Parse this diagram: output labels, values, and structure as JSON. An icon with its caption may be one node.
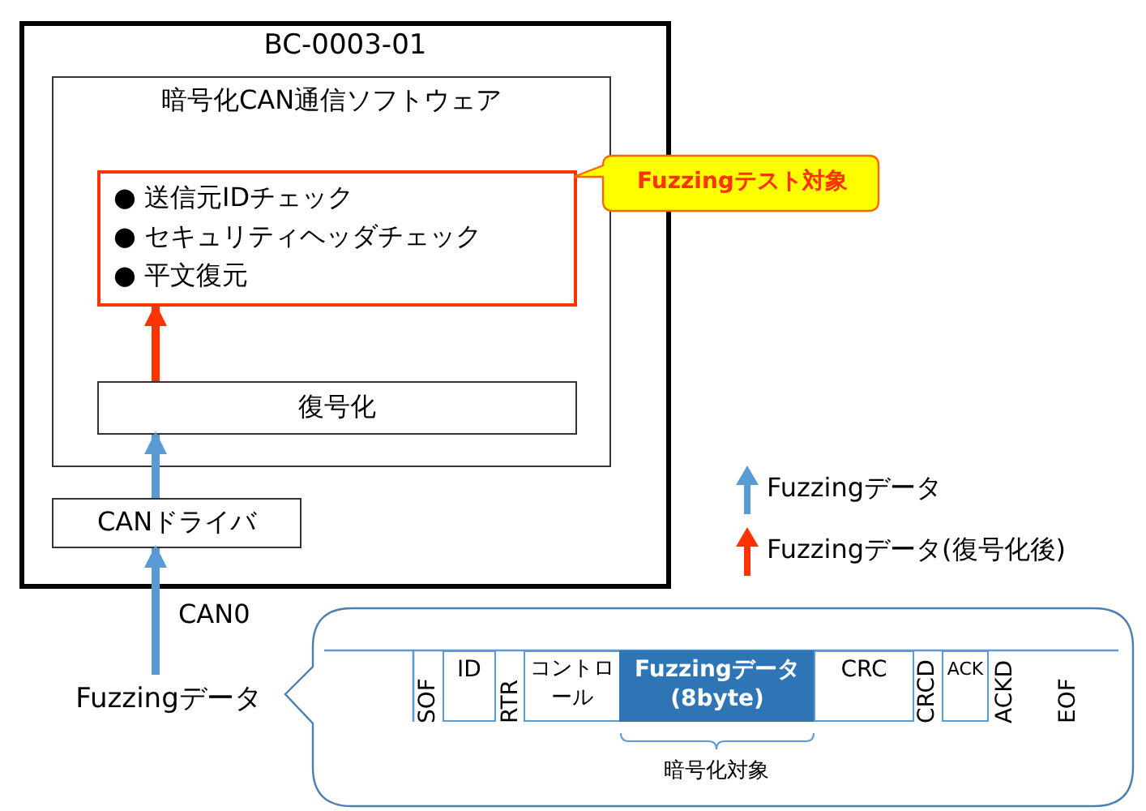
{
  "diagram": {
    "nodes": [
      {
        "text": [
          "BC-0003-01"
        ]
      },
      {
        "text": [
          "暗号化CAN通信ソフトウェア"
        ],
        "in": 0
      },
      {
        "text": [
          "● 送信元IDチェック",
          "● セキュリティヘッダチェック",
          "● 平文復元"
        ],
        "in": 1
      },
      {
        "text": [
          "Fuzzingテスト対象"
        ]
      },
      {
        "text": [
          "復号化"
        ],
        "in": 1
      },
      {
        "text": [
          "CANドライバ"
        ],
        "in": 0
      },
      {
        "text": [
          "Fuzzingデータ"
        ]
      },
      {
        "text": [],
        "shape": "box"
      },
      {
        "text": [
          "ID"
        ],
        "in": 7
      },
      {
        "text": [
          "コントロール"
        ],
        "in": 7
      },
      {
        "text": [
          "Fuzzingデータ (8byte)"
        ],
        "in": 7
      },
      {
        "text": [
          "CRC"
        ],
        "in": 7
      },
      {
        "text": [
          "ACK"
        ],
        "in": 7
      }
    ],
    "edges": [
      {
        "from": 6,
        "to": 5,
        "arrow": "to",
        "label": "CAN0"
      },
      {
        "from": 5,
        "to": 4,
        "arrow": "to"
      },
      {
        "from": 4,
        "to": 2,
        "arrow": "to",
        "color": "#ff3300"
      }
    ],
    "labels": [
      "SOF",
      "RTR",
      "CRCD",
      "ACKD",
      "EOF",
      "暗号化対象"
    ],
    "legend": [
      {
        "text": "Fuzzingデータ"
      },
      {
        "text": "Fuzzingデータ(復号化後)"
      }
    ]
  }
}
